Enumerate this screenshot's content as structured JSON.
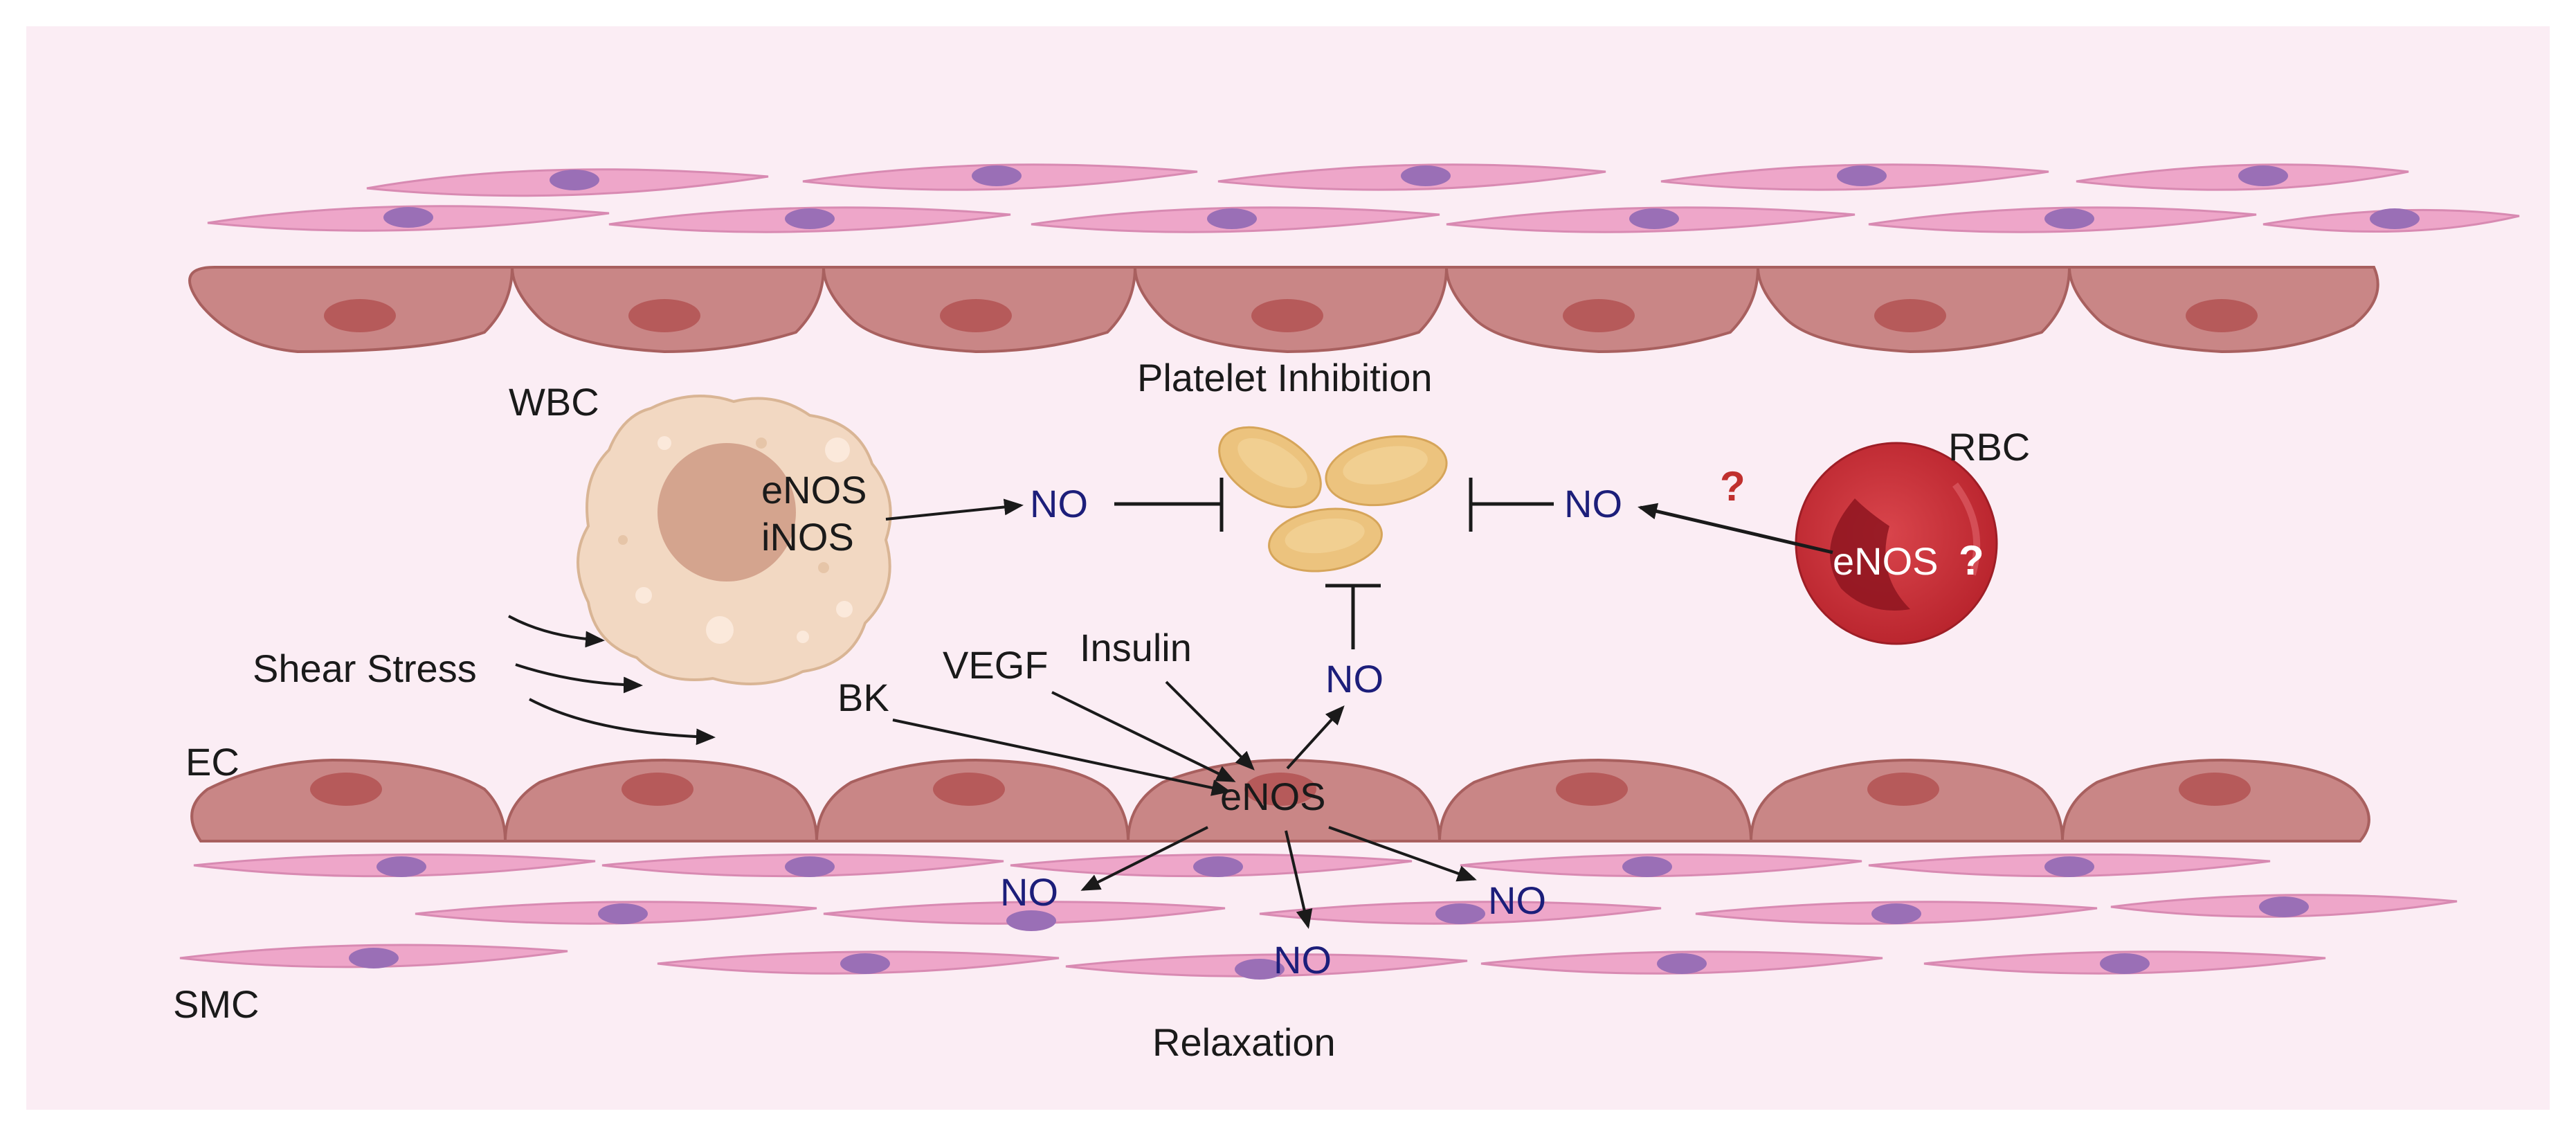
{
  "labels": {
    "wbc": "WBC",
    "wbc_enos": "eNOS",
    "wbc_inos": "iNOS",
    "platelet_inhibition": "Platelet Inhibition",
    "rbc": "RBC",
    "rbc_enos": "eNOS",
    "question_mark": "?",
    "shear_stress": "Shear Stress",
    "bk": "BK",
    "vegf": "VEGF",
    "insulin": "Insulin",
    "ec": "EC",
    "ec_enos": "eNOS",
    "smc": "SMC",
    "relaxation": "Relaxation",
    "no": "NO"
  },
  "colors": {
    "background": "#fbedf4",
    "endothelial_cell": "#c98686",
    "endothelial_nucleus": "#b65a5a",
    "smooth_muscle_cell": "#eea6c9",
    "smc_nucleus": "#9a6fb6",
    "platelet": "#ecc37e",
    "rbc": "#c2313a",
    "wbc": "#f2d8c2",
    "no_text": "#1c1e7a",
    "question": "#c0302e"
  }
}
